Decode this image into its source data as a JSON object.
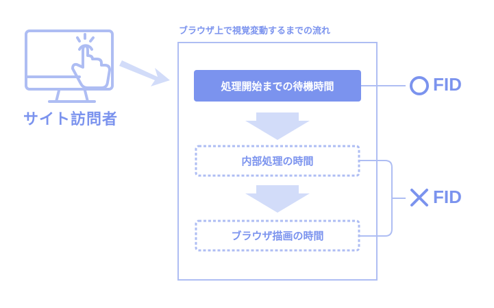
{
  "visitor": {
    "label": "サイト訪問者",
    "icon": "monitor-touch-icon"
  },
  "flow": {
    "title": "ブラウザ上で視覚変動するまでの流れ",
    "steps": [
      {
        "label": "処理開始までの待機時間",
        "style": "solid"
      },
      {
        "label": "内部処理の時間",
        "style": "dashed"
      },
      {
        "label": "ブラウザ描画の時間",
        "style": "dashed"
      }
    ]
  },
  "markers": {
    "included": {
      "symbol": "○",
      "text": "FID"
    },
    "excluded": {
      "symbol": "×",
      "text": "FID"
    }
  },
  "colors": {
    "accent": "#7b93ee",
    "arrow": "#d2dcf9",
    "frame": "#aebdf3",
    "box_fill": "#7b93ee"
  }
}
